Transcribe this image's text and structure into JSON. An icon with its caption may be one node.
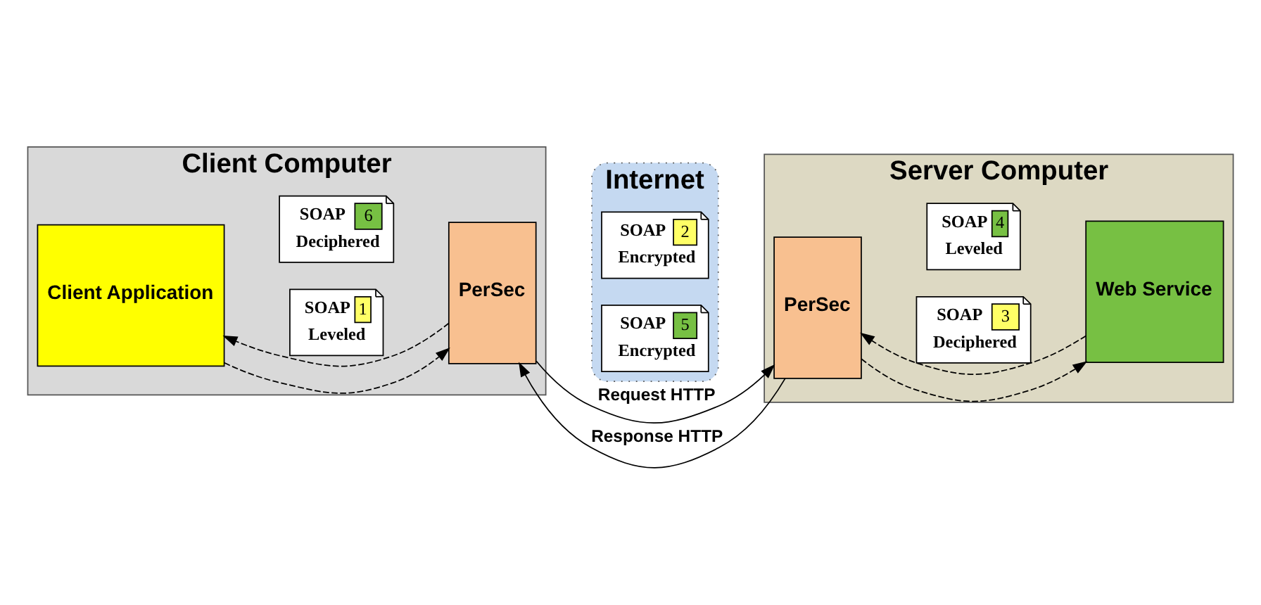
{
  "diagram": {
    "nodes": [
      {
        "text": [
          "Client Computer"
        ]
      },
      {
        "text": [
          "Client Application"
        ],
        "in": 0
      },
      {
        "text": [
          "PerSec"
        ],
        "in": 0
      },
      {
        "text": [
          "SOAP",
          "1",
          "Leveled"
        ],
        "in": 0
      },
      {
        "text": [
          "SOAP",
          "6",
          "Deciphered"
        ],
        "in": 0
      },
      {
        "text": [
          "Internet"
        ]
      },
      {
        "text": [
          "SOAP",
          "2",
          "Encrypted"
        ],
        "in": 5
      },
      {
        "text": [
          "SOAP",
          "5",
          "Encrypted"
        ],
        "in": 5
      },
      {
        "text": [
          "Server Computer"
        ]
      },
      {
        "text": [
          "PerSec"
        ],
        "in": 8
      },
      {
        "text": [
          "Web Service"
        ],
        "in": 8
      },
      {
        "text": [
          "SOAP",
          "3",
          "Deciphered"
        ],
        "in": 8
      },
      {
        "text": [
          "SOAP",
          "4",
          "Leveled"
        ],
        "in": 8
      }
    ],
    "edges": [
      {
        "from": 1,
        "to": 2,
        "arrow": "to",
        "style": "dashed"
      },
      {
        "from": 2,
        "to": 9,
        "arrow": "to",
        "label": "Request HTTP"
      },
      {
        "from": 9,
        "to": 10,
        "arrow": "to",
        "style": "dashed"
      },
      {
        "from": 10,
        "to": 9,
        "arrow": "to",
        "style": "dashed"
      },
      {
        "from": 9,
        "to": 2,
        "arrow": "to",
        "label": "Response HTTP"
      },
      {
        "from": 2,
        "to": 1,
        "arrow": "to",
        "style": "dashed"
      }
    ]
  }
}
